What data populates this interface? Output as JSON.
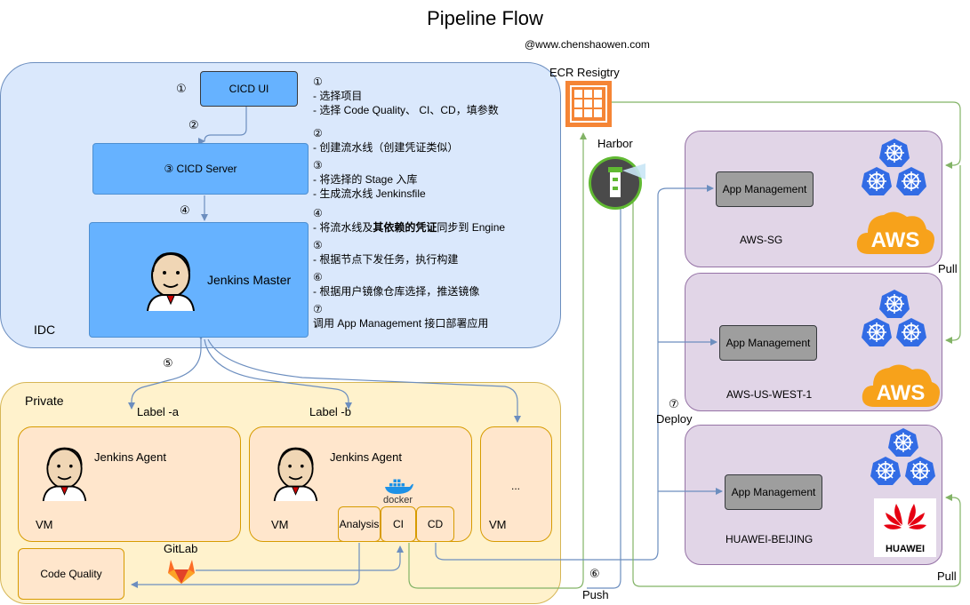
{
  "title": "Pipeline Flow",
  "watermark": "@www.chenshaowen.com",
  "regions": {
    "idc": "IDC",
    "private": "Private"
  },
  "steps": {
    "s1": "①",
    "s2": "②",
    "s4": "④",
    "s5": "⑤",
    "s6": "⑥",
    "s7": "⑦"
  },
  "boxes": {
    "cicd_ui": "CICD UI",
    "cicd_server": "③  CICD Server",
    "jenkins_master": "Jenkins Master",
    "jenkins_agent_a": "Jenkins Agent",
    "jenkins_agent_b": "Jenkins Agent",
    "vm_a": "VM",
    "vm_b": "VM",
    "vm_c": "VM",
    "vm_c_dots": "...",
    "analysis": "Analysis",
    "ci": "CI",
    "cd": "CD",
    "code_quality": "Code Quality",
    "docker": "docker"
  },
  "labels": {
    "label_a": "Label -a",
    "label_b": "Label -b",
    "gitlab": "GitLab",
    "ecr": "ECR Resigtry",
    "harbor": "Harbor",
    "deploy": "Deploy",
    "push": "Push",
    "pull_top": "Pull",
    "pull_bottom": "Pull"
  },
  "clusters": [
    {
      "name": "AWS-SG",
      "app": "App Management",
      "vendor": "AWS"
    },
    {
      "name": "AWS-US-WEST-1",
      "app": "App Management",
      "vendor": "AWS"
    },
    {
      "name": "HUAWEI-BEIJING",
      "app": "App Management",
      "vendor": "HUAWEI"
    }
  ],
  "notes": {
    "n1_0": "①",
    "n1_1": "- 选择项目",
    "n1_2": "- 选择 Code Quality、 CI、CD，填参数",
    "n2_0": "②",
    "n2_1": "- 创建流水线（创建凭证类似）",
    "n3_0": "③",
    "n3_1": "- 将选择的 Stage 入库",
    "n3_2": "- 生成流水线 Jenkinsfile",
    "n4_0": "④",
    "n4_1a": "- 将流水线及",
    "n4_1b": "其依赖的凭证",
    "n4_1c": "同步到 Engine",
    "n5_0": "⑤",
    "n5_1": "- 根据节点下发任务，执行构建",
    "n6_0": "⑥",
    "n6_1": "- 根据用户镜像仓库选择，推送镜像",
    "n7_0": "⑦",
    "n7_1": "调用 App Management 接口部署应用"
  },
  "colors": {
    "idc_bg": "#dae8fc",
    "private_bg": "#fff2cc",
    "blue_box": "#66b2ff",
    "agent_bg": "#ffe6cc",
    "cloud_bg": "#e1d5e7",
    "arrow_blue": "#6c8ebf",
    "arrow_green": "#82b366",
    "aws_orange": "#f7a21b",
    "k8s_blue": "#326ce5",
    "huawei_red": "#e60012"
  }
}
